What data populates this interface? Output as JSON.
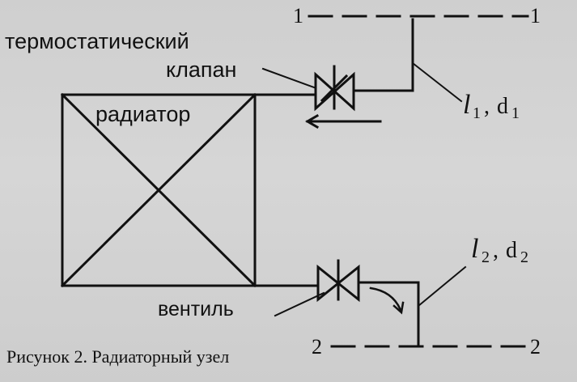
{
  "labels": {
    "thermostatic_line1": "термостатический",
    "thermostatic_line2": "клапан",
    "radiator": "радиатор",
    "valve": "вентиль",
    "pipe1_l": "l",
    "pipe1_sub": "1",
    "pipe1_d": "d",
    "pipe1_dsub": "1",
    "pipe2_l": "l",
    "pipe2_sub": "2",
    "pipe2_d": "d",
    "pipe2_dsub": "2",
    "line1_left": "1",
    "line1_right": "1",
    "line2_left": "2",
    "line2_right": "2"
  },
  "caption": "Рисунок 2. Радиаторный узел",
  "colors": {
    "ink": "#111111",
    "paper": "#d2d2d2"
  }
}
